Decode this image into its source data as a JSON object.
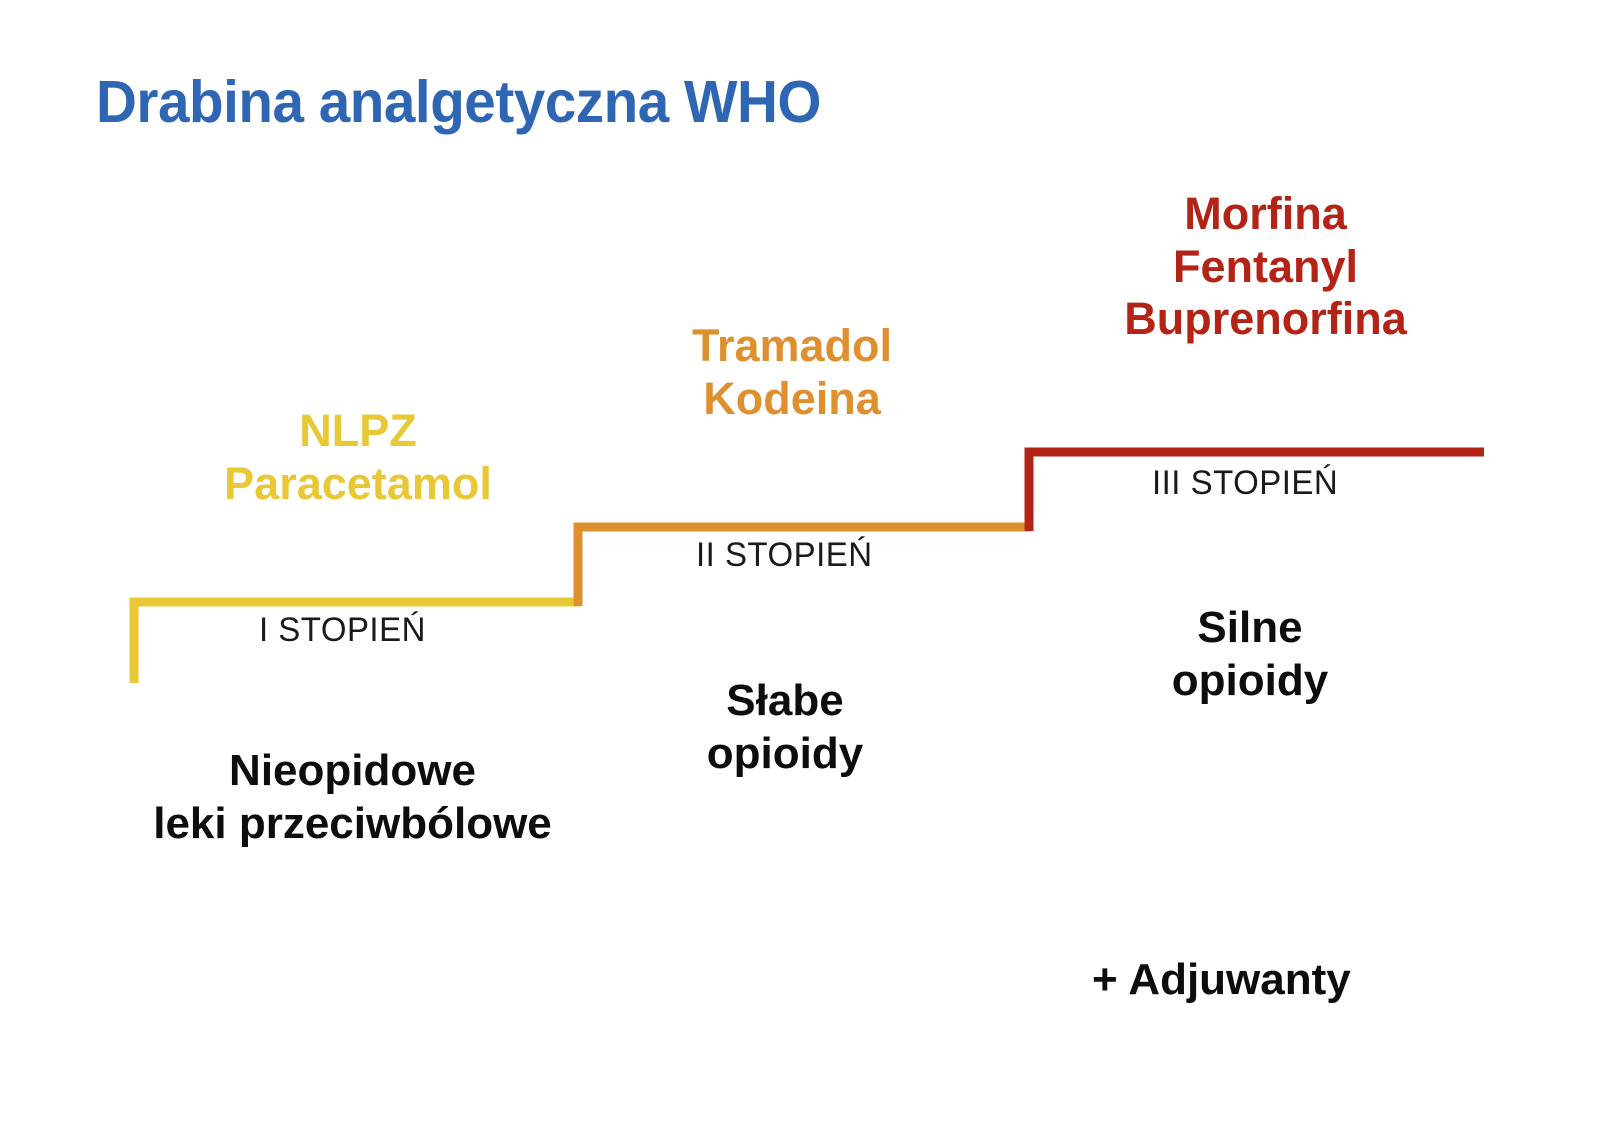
{
  "title": "Drabina analgetyczna WHO",
  "colors": {
    "title": "#2E66B4",
    "step1": "#E8C835",
    "step2": "#DF902E",
    "step3": "#B32316",
    "text": "#0d0d0d",
    "background": "#ffffff"
  },
  "steps": [
    {
      "tier_label": "I STOPIEŃ",
      "drugs": [
        "NLPZ",
        "Paracetamol"
      ],
      "category": [
        "Nieopidowe",
        "leki przeciwbólowe"
      ],
      "color": "#E8C835"
    },
    {
      "tier_label": "II STOPIEŃ",
      "drugs": [
        "Tramadol",
        "Kodeina"
      ],
      "category": [
        "Słabe",
        "opioidy"
      ],
      "color": "#DF902E"
    },
    {
      "tier_label": "III STOPIEŃ",
      "drugs": [
        "Morfina",
        "Fentanyl",
        "Buprenorfina"
      ],
      "category": [
        "Silne",
        "opioidy"
      ],
      "color": "#B32316"
    }
  ],
  "adjuvants": "+ Adjuwanty",
  "chart_data": {
    "type": "diagram",
    "title": "Drabina analgetyczna WHO",
    "description": "Trzystopniowa drabina analgetyczna WHO przedstawiona jako schody o trzech poziomach",
    "categories": [
      "I STOPIEŃ",
      "II STOPIEŃ",
      "III STOPIEŃ"
    ],
    "values": [
      1,
      2,
      3
    ],
    "series": [
      {
        "name": "Leki",
        "values": [
          "NLPZ, Paracetamol",
          "Tramadol, Kodeina",
          "Morfina, Fentanyl, Buprenorfina"
        ]
      },
      {
        "name": "Grupa",
        "values": [
          "Nieopidowe leki przeciwbólowe",
          "Słabe opioidy",
          "Silne opioidy"
        ]
      }
    ],
    "annotations": [
      "+ Adjuwanty"
    ],
    "xlabel": "",
    "ylabel": "",
    "grid": false,
    "legend": "none"
  }
}
